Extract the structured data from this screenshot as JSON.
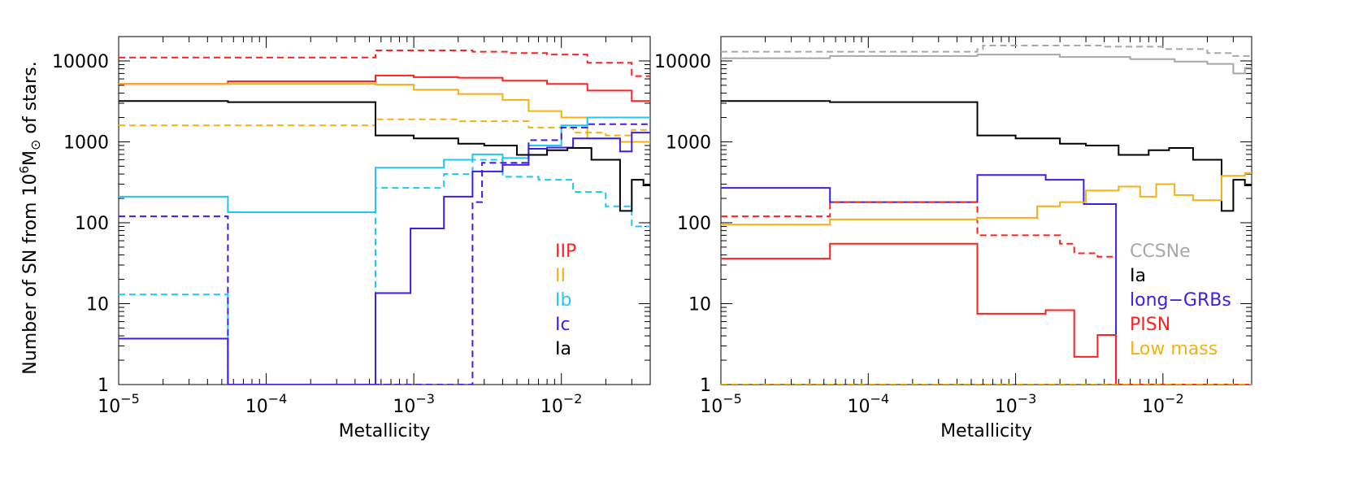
{
  "figure": {
    "ylabel": "Number of SN from 10",
    "ylabel_sup": "6",
    "ylabel_unit": "M",
    "ylabel_sun": "⊙",
    "ylabel_tail": " of stars."
  },
  "chart_data": [
    {
      "type": "line",
      "step": true,
      "xscale": "log",
      "yscale": "log",
      "xlabel": "Metallicity",
      "ylabel": "Number of SN from 10^6 M⊙ of stars.",
      "xlim": [
        1e-05,
        0.04
      ],
      "ylim": [
        1,
        20000
      ],
      "x_ticks": [
        {
          "value": 1e-05,
          "base": "10",
          "exp": "−5"
        },
        {
          "value": 0.0001,
          "base": "10",
          "exp": "−4"
        },
        {
          "value": 0.001,
          "base": "10",
          "exp": "−3"
        },
        {
          "value": 0.01,
          "base": "10",
          "exp": "−2"
        }
      ],
      "y_ticks": [
        {
          "value": 1,
          "label": "1"
        },
        {
          "value": 10,
          "label": "10"
        },
        {
          "value": 100,
          "label": "100"
        },
        {
          "value": 1000,
          "label": "1000"
        },
        {
          "value": 10000,
          "label": "10000"
        }
      ],
      "legend_position": "bottom-right",
      "legend": [
        {
          "label": "IIP",
          "color": "#ff2020"
        },
        {
          "label": "II",
          "color": "#f5b014"
        },
        {
          "label": "Ib",
          "color": "#1ec8f0"
        },
        {
          "label": "Ic",
          "color": "#3c1ee6"
        },
        {
          "label": "Ia",
          "color": "#000000"
        }
      ],
      "series": [
        {
          "legend_label": "IIP",
          "dash": true,
          "color": "#ff2020",
          "edges": [
            1e-05,
            0.00055,
            0.0025,
            0.0045,
            0.008,
            0.015,
            0.03,
            0.04
          ],
          "values": [
            11000,
            13500,
            13000,
            12500,
            12000,
            9500,
            6500
          ]
        },
        {
          "legend_label": "IIP",
          "dash": false,
          "color": "#ff2020",
          "edges": [
            1e-05,
            5.5e-05,
            0.00055,
            0.001,
            0.002,
            0.004,
            0.008,
            0.015,
            0.03,
            0.04
          ],
          "values": [
            5200,
            5600,
            6600,
            6300,
            6200,
            5700,
            5200,
            4300,
            3200
          ]
        },
        {
          "legend_label": "II",
          "dash": true,
          "color": "#f5b014",
          "edges": [
            1e-05,
            0.00055,
            0.002,
            0.006,
            0.012,
            0.02,
            0.03,
            0.04
          ],
          "values": [
            1600,
            1900,
            1800,
            1500,
            1300,
            1200,
            1400
          ]
        },
        {
          "legend_label": "II",
          "dash": false,
          "color": "#f5b014",
          "edges": [
            1e-05,
            0.00055,
            0.001,
            0.002,
            0.004,
            0.006,
            0.01,
            0.015,
            0.025,
            0.04
          ],
          "values": [
            5200,
            5100,
            4400,
            3900,
            3300,
            2400,
            2000,
            1100,
            1000
          ]
        },
        {
          "legend_label": "Ib",
          "dash": true,
          "color": "#1ec8f0",
          "edges": [
            1e-05,
            5.5e-05,
            5.5e-05,
            0.00055,
            0.00055,
            0.0016,
            0.0025,
            0.004,
            0.007,
            0.012,
            0.02,
            0.03,
            0.04
          ],
          "values": [
            13,
            1,
            1,
            1,
            270,
            400,
            600,
            370,
            340,
            240,
            160,
            90
          ]
        },
        {
          "legend_label": "Ib",
          "dash": false,
          "color": "#1ec8f0",
          "edges": [
            1e-05,
            5.5e-05,
            0.00055,
            0.0016,
            0.0025,
            0.004,
            0.006,
            0.01,
            0.015,
            0.04
          ],
          "values": [
            210,
            135,
            480,
            600,
            700,
            630,
            900,
            1600,
            2000
          ]
        },
        {
          "legend_label": "Ic",
          "dash": true,
          "color": "#3c1ee6",
          "edges": [
            1e-05,
            5.5e-05,
            0.0025,
            0.0029,
            0.0045,
            0.006,
            0.01,
            0.015,
            0.04
          ],
          "values": [
            120,
            1,
            180,
            550,
            550,
            1050,
            1500,
            1650
          ]
        },
        {
          "legend_label": "Ic",
          "dash": false,
          "color": "#3c1ee6",
          "edges": [
            1e-05,
            5.5e-05,
            0.00055,
            0.00095,
            0.0016,
            0.0025,
            0.004,
            0.006,
            0.008,
            0.012,
            0.025,
            0.03,
            0.04
          ],
          "values": [
            3.7,
            1,
            13.5,
            85,
            210,
            430,
            520,
            820,
            850,
            1100,
            760,
            1300
          ]
        },
        {
          "legend_label": "Ia",
          "dash": false,
          "color": "#000000",
          "edges": [
            1e-05,
            5.5e-05,
            0.00055,
            0.001,
            0.002,
            0.003,
            0.005,
            0.008,
            0.011,
            0.016,
            0.025,
            0.03,
            0.036,
            0.04
          ],
          "values": [
            3200,
            3100,
            1200,
            1100,
            950,
            900,
            690,
            790,
            840,
            600,
            140,
            340,
            290
          ]
        }
      ]
    },
    {
      "type": "line",
      "step": true,
      "xscale": "log",
      "yscale": "log",
      "xlabel": "Metallicity",
      "xlim": [
        1e-05,
        0.04
      ],
      "ylim": [
        1,
        20000
      ],
      "x_ticks": [
        {
          "value": 1e-05,
          "base": "10",
          "exp": "−5"
        },
        {
          "value": 0.0001,
          "base": "10",
          "exp": "−4"
        },
        {
          "value": 0.001,
          "base": "10",
          "exp": "−3"
        },
        {
          "value": 0.01,
          "base": "10",
          "exp": "−2"
        }
      ],
      "y_ticks": [
        {
          "value": 1,
          "label": "1"
        },
        {
          "value": 10,
          "label": "10"
        },
        {
          "value": 100,
          "label": "100"
        },
        {
          "value": 1000,
          "label": "1000"
        },
        {
          "value": 10000,
          "label": "10000"
        }
      ],
      "legend_position": "bottom-right",
      "legend": [
        {
          "label": "CCSNe",
          "color": "#a8a8a8"
        },
        {
          "label": "Ia",
          "color": "#000000"
        },
        {
          "label": "long−GRBs",
          "color": "#3c1ee6"
        },
        {
          "label": "PISN",
          "color": "#ff2020"
        },
        {
          "label": "Low mass",
          "color": "#f5b014"
        }
      ],
      "series": [
        {
          "legend_label": "CCSNe",
          "dash": true,
          "color": "#a8a8a8",
          "edges": [
            1e-05,
            0.00055,
            0.0006,
            0.004,
            0.01,
            0.02,
            0.03,
            0.04
          ],
          "values": [
            13000,
            14000,
            15500,
            15000,
            14000,
            12500,
            11500
          ]
        },
        {
          "legend_label": "CCSNe",
          "dash": false,
          "color": "#a8a8a8",
          "edges": [
            1e-05,
            5.5e-05,
            0.00055,
            0.002,
            0.006,
            0.012,
            0.02,
            0.03,
            0.036,
            0.04
          ],
          "values": [
            10800,
            11500,
            12000,
            11200,
            10500,
            9800,
            9200,
            7000,
            8200
          ]
        },
        {
          "legend_label": "Ia",
          "dash": false,
          "color": "#000000",
          "edges": [
            1e-05,
            5.5e-05,
            0.00055,
            0.001,
            0.002,
            0.003,
            0.005,
            0.008,
            0.011,
            0.016,
            0.025,
            0.03,
            0.036,
            0.04
          ],
          "values": [
            3200,
            3100,
            1200,
            1100,
            950,
            900,
            690,
            790,
            840,
            600,
            140,
            340,
            290
          ]
        },
        {
          "legend_label": "long−GRBs",
          "dash": false,
          "color": "#3c1ee6",
          "edges": [
            1e-05,
            5.5e-05,
            0.00055,
            0.0016,
            0.0029,
            0.0048,
            0.0048,
            0.04
          ],
          "values": [
            270,
            180,
            390,
            340,
            170,
            1,
            1
          ]
        },
        {
          "legend_label": "PISN",
          "dash": true,
          "color": "#ff2020",
          "edges": [
            1e-05,
            5.5e-05,
            0.00055,
            0.0016,
            0.002,
            0.0025,
            0.0036,
            0.0048
          ],
          "values": [
            120,
            180,
            70,
            70,
            55,
            42,
            38
          ]
        },
        {
          "legend_label": "PISN",
          "dash": false,
          "color": "#ff2020",
          "edges": [
            1e-05,
            5.5e-05,
            0.00055,
            0.0016,
            0.0025,
            0.0036,
            0.0048,
            0.0048,
            0.04
          ],
          "values": [
            36,
            55,
            7.5,
            8.3,
            2.2,
            4.1,
            1,
            1
          ]
        },
        {
          "legend_label": "Low mass",
          "dash": false,
          "color": "#f5b014",
          "edges": [
            1e-05,
            5.5e-05,
            0.00055,
            0.0014,
            0.002,
            0.003,
            0.005,
            0.007,
            0.009,
            0.012,
            0.016,
            0.025,
            0.036,
            0.04
          ],
          "values": [
            95,
            110,
            115,
            160,
            180,
            250,
            280,
            210,
            300,
            220,
            190,
            380,
            410
          ]
        },
        {
          "legend_label": "Low mass",
          "dash": true,
          "color": "#f5b014",
          "edges": [
            1e-05,
            0.04
          ],
          "values": [
            1
          ]
        }
      ]
    }
  ]
}
